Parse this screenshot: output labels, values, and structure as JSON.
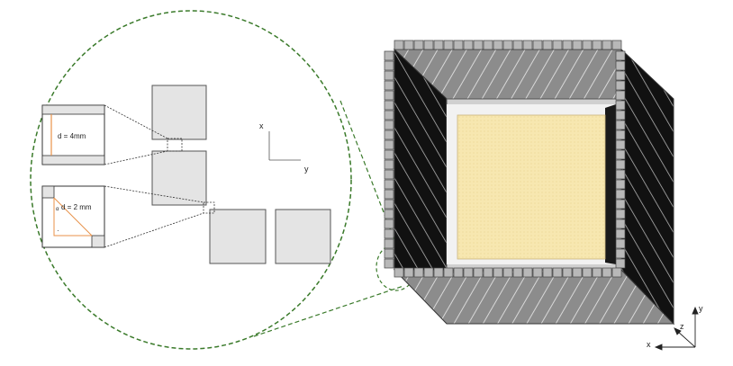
{
  "labels": {
    "inset_gap_top": "d = 4mm",
    "inset_gap_bottom": "d = 2 mm",
    "inset_angle_a": "α",
    "inset_angle_dot": "·",
    "axis_inset_x": "x",
    "axis_inset_y": "y",
    "axis_main_x": "x",
    "axis_main_y": "y",
    "axis_main_z": "z"
  },
  "colors": {
    "ellipse_outline": "#3a7a2a",
    "tile_fill": "#e4e4e4",
    "tile_stroke": "#555555",
    "module_face": "#8c8c8c",
    "module_dark": "#111111",
    "segment_fill": "#b8b8b8",
    "inner_frame": "#d0d0d0",
    "core_fill": "#f7e7b0",
    "gap_line": "#e8924a"
  }
}
